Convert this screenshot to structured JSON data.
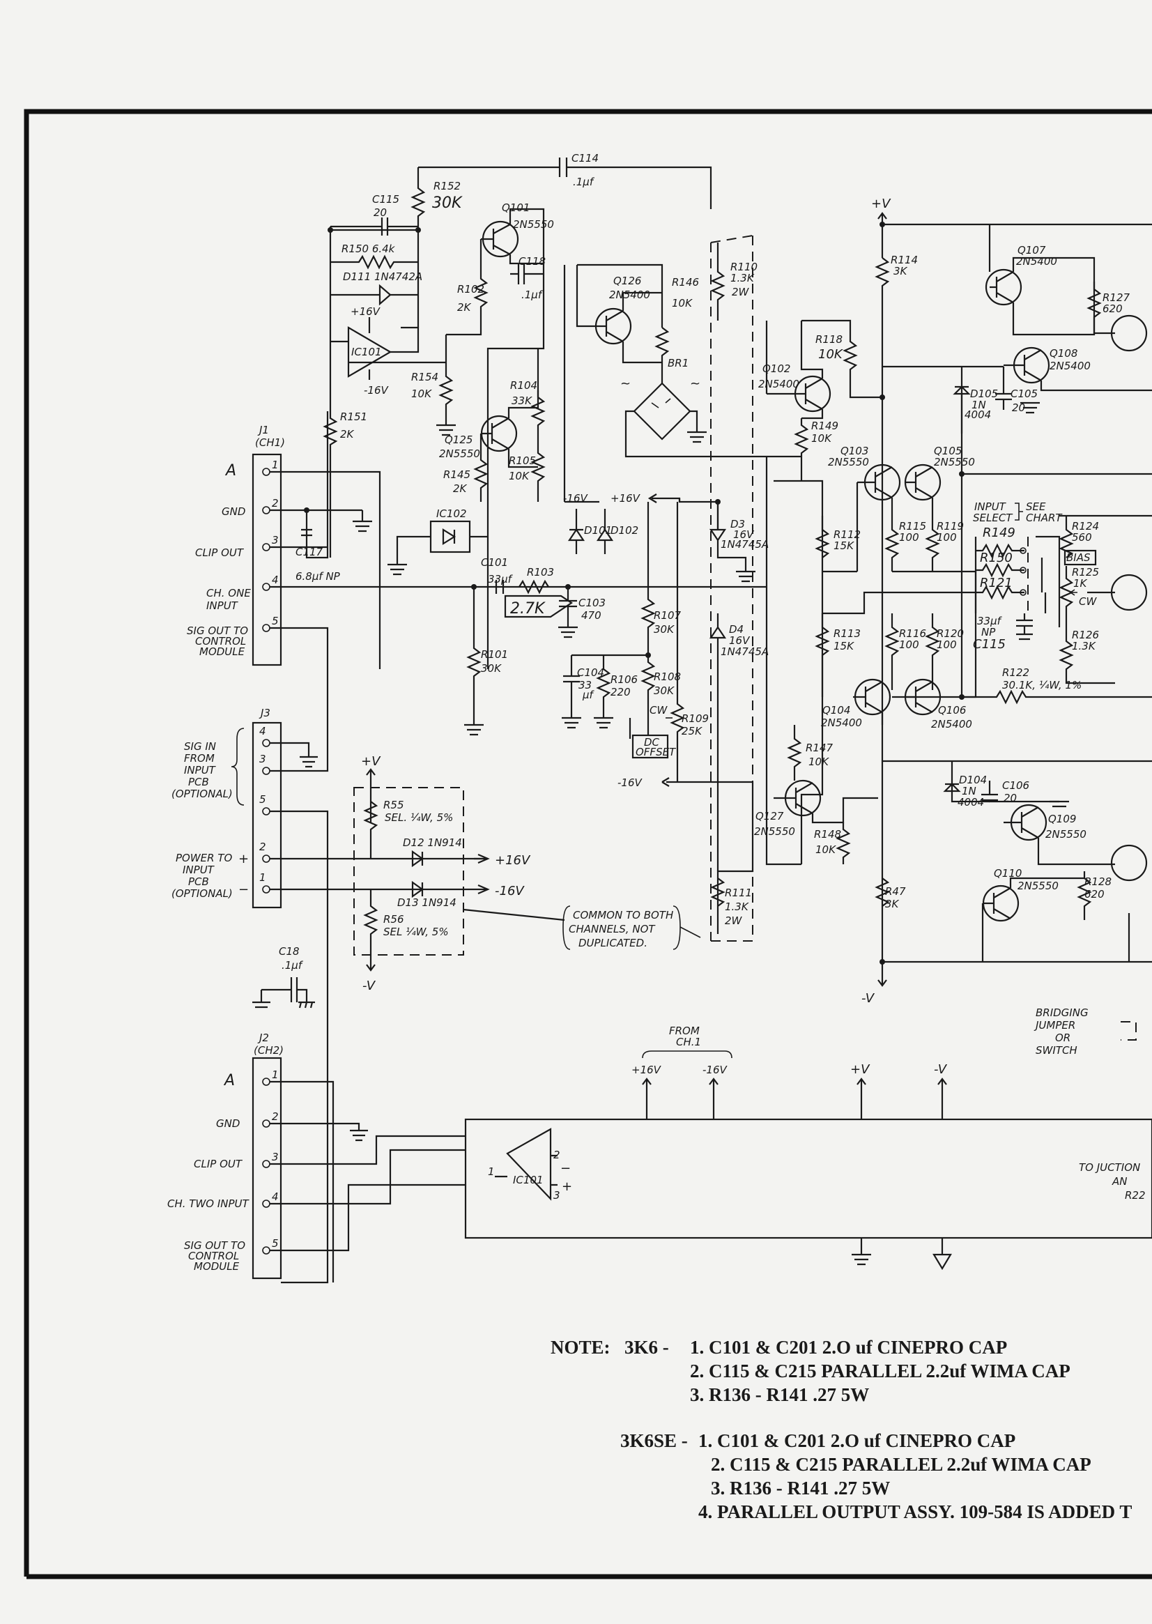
{
  "connectors": {
    "j1": {
      "ref": "J1",
      "sub": "(CH1)",
      "pins": [
        "1",
        "2",
        "3",
        "4",
        "5"
      ],
      "labels": [
        "A",
        "GND",
        "CLIP OUT",
        "CH. ONE",
        "INPUT",
        "SIG OUT TO",
        "CONTROL",
        "MODULE"
      ]
    },
    "j2": {
      "ref": "J2",
      "sub": "(CH2)",
      "pins": [
        "1",
        "2",
        "3",
        "4",
        "5"
      ],
      "labels": [
        "A",
        "GND",
        "CLIP OUT",
        "CH. TWO INPUT",
        "SIG OUT TO",
        "CONTROL",
        "MODULE"
      ]
    },
    "j3": {
      "ref": "J3",
      "pins": [
        "4",
        "3",
        "5",
        "2",
        "1"
      ],
      "labels": [
        "SIG IN",
        "FROM",
        "INPUT",
        "PCB",
        "(OPTIONAL)",
        "POWER TO",
        "INPUT",
        "PCB",
        "(OPTIONAL)"
      ]
    }
  },
  "components": {
    "c115": [
      "C115",
      "20"
    ],
    "r150": "R150 6.4k",
    "d111": "D111 1N4742A",
    "ic101_top_supply": "+16V",
    "ic101_bottom_supply": "-16V",
    "ic101": "IC101",
    "r152": [
      "R152",
      "30K"
    ],
    "c114": [
      "C114",
      ".1µf"
    ],
    "q101": [
      "Q101",
      "2N5550"
    ],
    "c118": [
      "C118",
      ".1µf"
    ],
    "r102": [
      "R102",
      "2K"
    ],
    "r154": [
      "R154",
      "10K"
    ],
    "r151": [
      "R151",
      "2K"
    ],
    "q125": [
      "Q125",
      "2N5550"
    ],
    "r145": [
      "R145",
      "2K"
    ],
    "r104": [
      "R104",
      "33K"
    ],
    "r105": [
      "R105",
      "10K"
    ],
    "q126": [
      "Q126",
      "2N5400"
    ],
    "r146": [
      "R146",
      "10K"
    ],
    "br1": "BR1",
    "ic102": "IC102",
    "c117": [
      "C117",
      "6.8µf NP"
    ],
    "c101": [
      "C101",
      "33µf"
    ],
    "r103": [
      "R103",
      "2.7K"
    ],
    "c103": [
      "C103",
      "470"
    ],
    "r101": [
      "R101",
      "30K"
    ],
    "c104": [
      "C104",
      "33",
      "µf"
    ],
    "r106": [
      "R106",
      "220"
    ],
    "r107": [
      "R107",
      "30K"
    ],
    "r108": [
      "R108",
      "30K"
    ],
    "dc_offset": [
      "DC",
      "OFFSET"
    ],
    "cw": "CW",
    "r109": [
      "R109",
      "25K"
    ],
    "rail_minus16": "-16V",
    "rail_plus16": "+16V",
    "rail_minus16b": "-16V",
    "d101": "D101",
    "d102": "D102",
    "r110": [
      "R110",
      "1.3K",
      "2W"
    ],
    "d3": [
      "D3",
      "16V",
      "1N4745A"
    ],
    "d4": [
      "D4",
      "16V",
      "1N4745A"
    ],
    "r111": [
      "R111",
      "1.3K",
      "2W"
    ],
    "plus_v": "+V",
    "minus_v": "-V",
    "r114": [
      "R114",
      "3K"
    ],
    "r118": [
      "R118",
      "10K"
    ],
    "q102": [
      "Q102",
      "2N5400"
    ],
    "r149a": [
      "R149",
      "10K"
    ],
    "q103": [
      "Q103",
      "2N5550"
    ],
    "q105": [
      "Q105",
      "2N5550"
    ],
    "r112": [
      "R112",
      "15K"
    ],
    "r115": [
      "R115",
      "100"
    ],
    "r119": [
      "R119",
      "100"
    ],
    "r113": [
      "R113",
      "15K"
    ],
    "r116": [
      "R116",
      "100"
    ],
    "r120": [
      "R120",
      "100"
    ],
    "q104": [
      "Q104",
      "2N5400"
    ],
    "q106": [
      "Q106",
      "2N5400"
    ],
    "r147a": [
      "R147",
      "10K"
    ],
    "q127": [
      "Q127",
      "2N5550"
    ],
    "r148": [
      "R148",
      "10K"
    ],
    "r47": [
      "R47",
      "3K"
    ],
    "q107": [
      "Q107",
      "2N5400"
    ],
    "r127": [
      "R127",
      "620"
    ],
    "q108": [
      "Q108",
      "2N5400"
    ],
    "d105": [
      "D105",
      "1N",
      "4004"
    ],
    "c105": [
      "C105",
      "20"
    ],
    "input_select": [
      "INPUT",
      "SELECT",
      "SEE",
      "CHART"
    ],
    "r149b": "R149",
    "r150b": "R150",
    "r121": "R121",
    "c115b": [
      "33µf",
      "NP",
      "C115"
    ],
    "r124": [
      "R124",
      "560"
    ],
    "bias": "BIAS",
    "r125": [
      "R125",
      "1K"
    ],
    "r126": [
      "R126",
      "1.3K"
    ],
    "r122": [
      "R122",
      "30.1K, ¼W, 1%"
    ],
    "d104": [
      "D104",
      "1N",
      "4004"
    ],
    "c106": [
      "C106",
      "20"
    ],
    "q109": [
      "Q109",
      "2N5550"
    ],
    "q110": [
      "Q110",
      "2N5550"
    ],
    "r128": [
      "R128",
      "620"
    ],
    "r55": [
      "R55",
      "SEL. ¼W, 5%"
    ],
    "d12": "D12 1N914",
    "d13": "D13 1N914",
    "r56": [
      "R56",
      "SEL ¼W, 5%"
    ],
    "out_plus16": "+16V",
    "out_minus16": "-16V",
    "c18": [
      "C18",
      ".1µf"
    ],
    "common_note": [
      "COMMON TO BOTH",
      "CHANNELS, NOT",
      "DUPLICATED."
    ],
    "bridging": [
      "BRIDGING",
      "JUMPER",
      "OR",
      "SWITCH"
    ],
    "from_ch1": [
      "FROM",
      "CH.1"
    ],
    "ch2_rails": [
      "+16V",
      "-16V",
      "+V",
      "-V"
    ],
    "ic101b": "IC101",
    "to_junction": [
      "TO JUCTION",
      "AN",
      "R22"
    ]
  },
  "notes": {
    "head": "NOTE:",
    "model1": "3K6 -",
    "items1": [
      "1. C101 & C201 2.O uf CINEPRO CAP",
      "2. C115 & C215 PARALLEL 2.2uf  WIMA CAP",
      "3. R136 - R141 .27 5W"
    ],
    "model2": "3K6SE -",
    "items2": [
      "1. C101 & C201 2.O uf CINEPRO CAP",
      "2. C115 & C215 PARALLEL 2.2uf  WIMA CAP",
      "3. R136 - R141 .27 5W",
      "4. PARALLEL OUTPUT ASSY.  109-584 IS ADDED T"
    ]
  }
}
